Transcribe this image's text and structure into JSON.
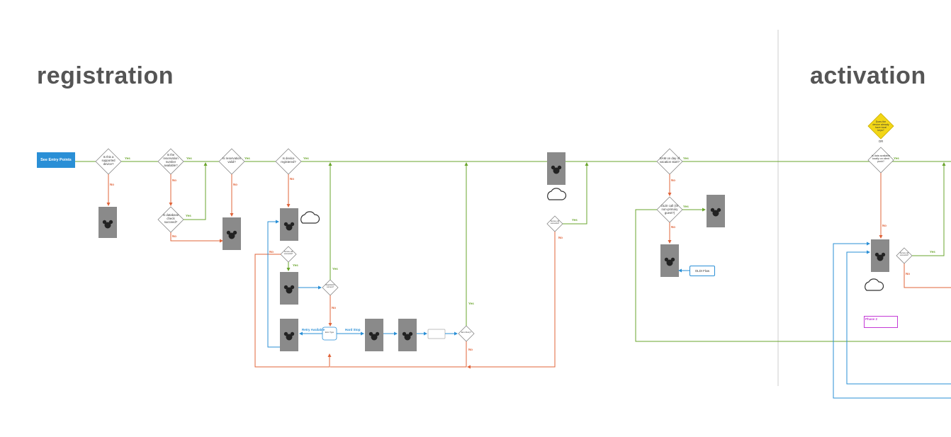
{
  "sections": {
    "registration": "registration",
    "activation": "activation"
  },
  "entry_button": "See Entry Points",
  "decisions": {
    "supported": "Is this a supported device?",
    "reservation_available": "Is the reservation number available?",
    "database_check": "Is database check succeed?",
    "reservation_valid": "Is reservation valid?",
    "device_registered": "Is device registered?",
    "service_call_1": "Service call successful?",
    "registration_success": "Registration success?",
    "error_type": "Error Type",
    "error_retry": "Error Retry?",
    "service_call_2": "Service call successful?",
    "sam_day": "SAM on day of vacation start?",
    "oldi": "OLDI call (Or non-primary guest?)",
    "already_have": "Does the device already have local keys?",
    "data_local": "Is data available locally on client push?",
    "service_call_3": "Service call successful?"
  },
  "labels": {
    "yes": "Yes",
    "no": "No",
    "retry": "Retry Available",
    "hard_stop": "Hard Stop",
    "or": "OR"
  },
  "boxes": {
    "oldi_flow": "OLDI Flow",
    "phase2": "Phase 2"
  },
  "colors": {
    "yes": "#6aa52c",
    "no": "#e0643a",
    "flow": "#2a8fd6",
    "entry": "#2a8fd6",
    "highlight": "#f2d616",
    "phase": "#c43ad6"
  }
}
